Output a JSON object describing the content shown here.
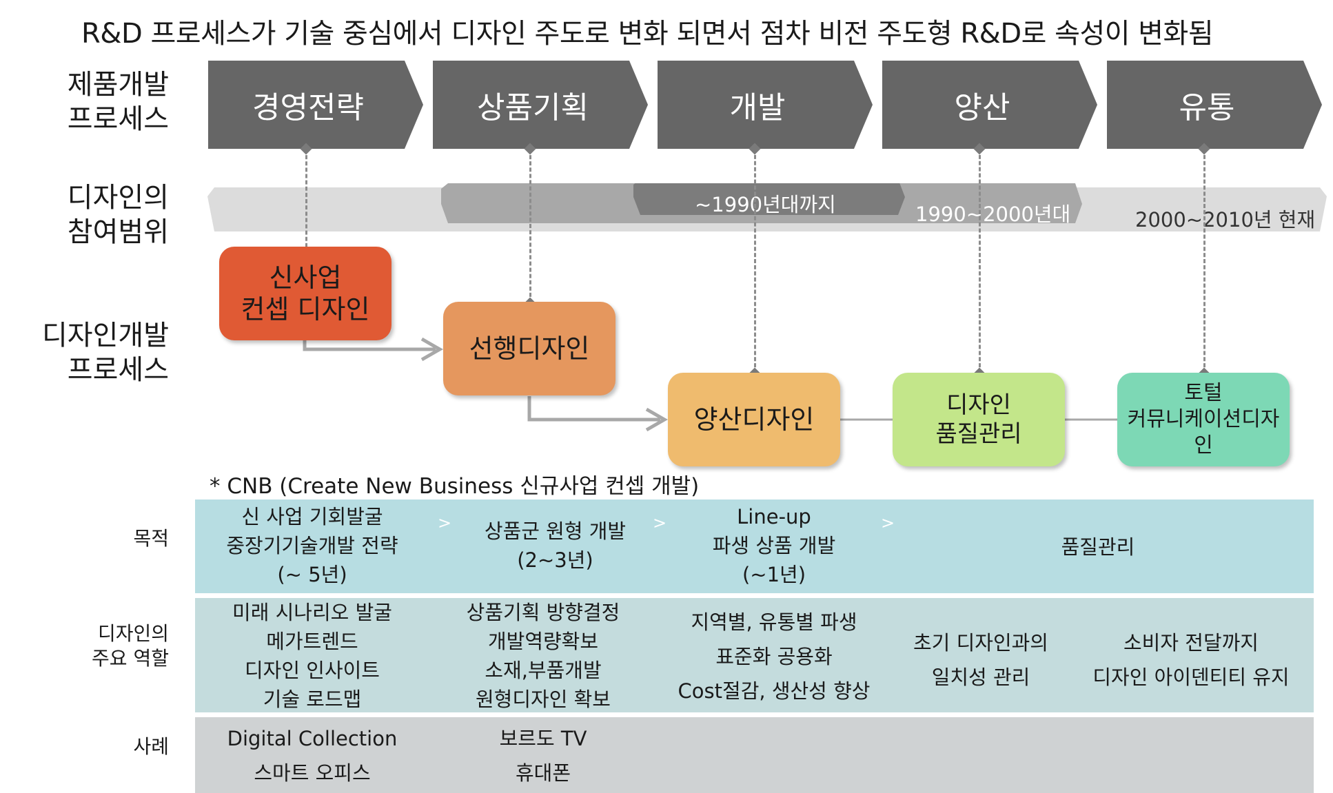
{
  "title": "R&D 프로세스가 기술 중심에서 디자인 주도로 변화 되면서 점차 비전 주도형 R&D로 속성이 변화됨",
  "row_labels": {
    "product_process": "제품개발\n프로세스",
    "design_scope": "디자인의\n참여범위",
    "design_process": "디자인개발\n프로세스"
  },
  "chevrons": [
    "경영전략",
    "상품기획",
    "개발",
    "양산",
    "유통"
  ],
  "bands": {
    "band_1990": "~1990년대까지",
    "band_1990_2000": "1990~2000년대",
    "band_2000_2010": "2000~2010년 현재"
  },
  "design_boxes": [
    {
      "label": "신사업\n컨셉 디자인",
      "color": "#e05a34"
    },
    {
      "label": "선행디자인",
      "color": "#e5975e"
    },
    {
      "label": "양산디자인",
      "color": "#efbb6e"
    },
    {
      "label": "디자인\n품질관리",
      "color": "#c3e68a"
    },
    {
      "label": "토털\n커뮤니케이션디자\n인",
      "color": "#7dd8b5"
    }
  ],
  "note": "* CNB (Create New Business 신규사업 컨셉 개발)",
  "table": {
    "purpose": {
      "label": "목적",
      "cells": [
        "신 사업 기회발굴\n중장기기술개발 전략\n(~ 5년)",
        "상품군 원형 개발\n(2~3년)",
        "Line-up\n파생 상품 개발\n(~1년)",
        "품질관리"
      ],
      "separator": ">"
    },
    "role": {
      "label": "디자인의\n주요 역할",
      "cells": [
        "미래 시나리오 발굴\n메가트렌드\n디자인 인사이트\n기술 로드맵",
        "상품기획 방향결정\n개발역량확보\n소재,부품개발\n원형디자인 확보",
        "지역별, 유통별 파생\n표준화 공용화\nCost절감, 생산성 향상",
        "초기 디자인과의\n일치성 관리",
        "소비자 전달까지\n디자인 아이덴티티 유지"
      ]
    },
    "cases": {
      "label": "사례",
      "cells": [
        "Digital Collection\n스마트 오피스",
        "보르도 TV\n휴대폰"
      ]
    }
  },
  "colors": {
    "chevron": "#666666",
    "band_light": "#dcdcdc",
    "band_mid": "#a8a8a8",
    "band_dark": "#7c7c7c",
    "row_purpose": "#b7dde2",
    "row_role": "#c4dcdd",
    "row_cases": "#cfd2d3",
    "arrow": "#a8a8a8"
  }
}
